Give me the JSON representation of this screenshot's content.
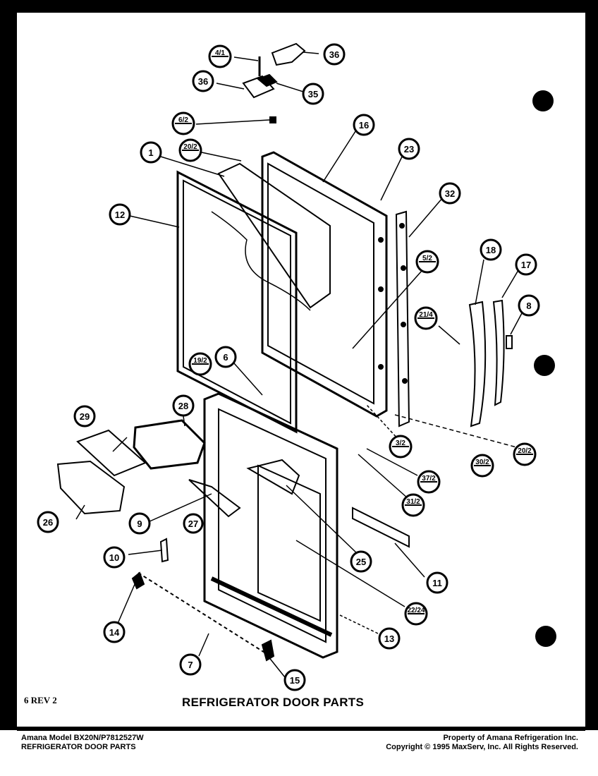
{
  "diagram": {
    "title": "REFRIGERATOR DOOR PARTS",
    "revision": "6 REV 2",
    "callouts": {
      "p36a": "36",
      "p36b": "36",
      "p35": "35",
      "p4_1": "4/1",
      "p6_2": "6/2",
      "p20_2_top": "20/2",
      "p1": "1",
      "p16": "16",
      "p23": "23",
      "p12": "12",
      "p32": "32",
      "p5_2": "5/2",
      "p18": "18",
      "p17": "17",
      "p8": "8",
      "p21_4": "21/4",
      "p19_2": "19/2",
      "p6": "6",
      "p29": "29",
      "p28": "28",
      "p3_2": "3/2",
      "p30_2": "30/2",
      "p20_2_right": "20/2",
      "p37_2": "37/2",
      "p31_2": "31/2",
      "p26": "26",
      "p9": "9",
      "p27": "27",
      "p25": "25",
      "p11": "11",
      "p10": "10",
      "p22_24": "22/24",
      "p14": "14",
      "p13": "13",
      "p7": "7",
      "p15": "15"
    }
  },
  "footer": {
    "left_line1": "Amana Model BX20N/P7812527W",
    "left_line2": "REFRIGERATOR DOOR PARTS",
    "right_line1": "Property of Amana Refrigeration Inc.",
    "right_line2": "Copyright © 1995 MaxServ, Inc.  All Rights Reserved."
  }
}
